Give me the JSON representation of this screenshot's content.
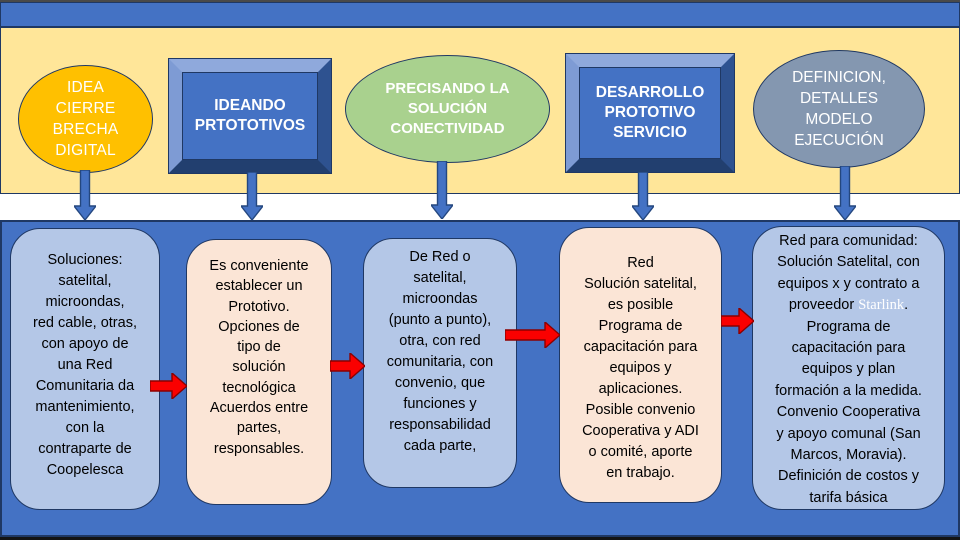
{
  "slide": {
    "stages": [
      {
        "id": "idea",
        "shape": "ellipse-orange",
        "label": "IDEA\nCIERRE\nBRECHA\nDIGITAL"
      },
      {
        "id": "ideando",
        "shape": "bevel-rect",
        "label": "IDEANDO\nPRTOTOTIVOS"
      },
      {
        "id": "precisando",
        "shape": "ellipse-green",
        "label": "PRECISANDO LA\nSOLUCIÓN\nCONECTIVIDAD"
      },
      {
        "id": "desarrollo",
        "shape": "bevel-rect",
        "label": "DESARROLLO\nPROTOTIVO\nSERVICIO"
      },
      {
        "id": "definicion",
        "shape": "ellipse-gray",
        "label": "DEFINICION,\nDETALLES\nMODELO\nEJECUCIÓN"
      }
    ],
    "detail_boxes": [
      {
        "color": "blue",
        "text": "Soluciones:\nsatelital,\nmicroondas,\nred cable, otras,\ncon apoyo de\nuna Red\nComunitaria da\nmantenimiento,\ncon la\ncontraparte de\nCoopelesca"
      },
      {
        "color": "peach",
        "text": "Es conveniente\nestablecer un\nPrototivo.\nOpciones de\ntipo de\nsolución\ntecnológica\nAcuerdos entre\npartes,\nresponsables."
      },
      {
        "color": "blue",
        "text": "De Red o\nsatelital,\nmicroondas\n(punto a punto),\notra, con red\ncomunitaria, con\nconvenio, que\nfunciones y\nresponsabilidad\ncada parte,"
      },
      {
        "color": "peach",
        "text": "Red\nSolución satelital,\nes posible\nPrograma de\ncapacitación para\nequipos y\naplicaciones.\nPosible convenio\nCooperativa y ADI\no comité, aporte\nen trabajo."
      },
      {
        "color": "blue",
        "text_before": "Red para comunidad:\nSolución Satelital, con\nequipos x y contrato a\nproveedor ",
        "brand": "Starlink",
        "text_after": ".\nPrograma de\ncapacitación para\nequipos y plan\nformación a la medida.\nConvenio Cooperativa\ny apoyo comunal (San\nMarcos, Moravia).\nDefinición de costos y\ntarifa básica"
      }
    ]
  },
  "icons": {
    "down_arrow": "↓",
    "right_arrow": "→"
  },
  "colors": {
    "band_blue": "#4472C4",
    "band_yellow": "#FFE699",
    "navy": "#1F3864",
    "box_blue": "#B4C7E7",
    "box_peach": "#FBE5D6",
    "ellipse_orange": "#FFC000",
    "ellipse_green": "#A9D18E",
    "ellipse_gray": "#8497B0",
    "bevel_top": "#8FA9DC",
    "bevel_left": "#7E9BD4",
    "bevel_right": "#2E5290",
    "bevel_bottom": "#223F6F",
    "arrow_red": "#FA0000",
    "arrow_red_dark": "#8B0000",
    "text_white": "#FFFFFF",
    "text_black": "#000000"
  }
}
